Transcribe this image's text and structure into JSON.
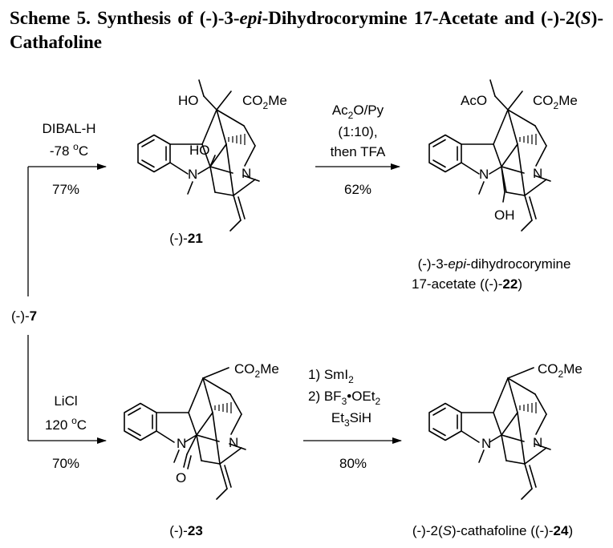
{
  "title": {
    "scheme_label": "Scheme 5.",
    "part1": "Synthesis of (-)-3-",
    "part1_italic": "epi",
    "part2": "-Dihydrocorymine 17-Acetate and (-)-2(",
    "part2_italic": "S",
    "part3": ")-Cathafoline"
  },
  "start": {
    "prefix": "(-)-",
    "num": "7"
  },
  "step1": {
    "reagent": "DIBAL-H",
    "temp_base": "-78 ",
    "temp_sup": "o",
    "temp_unit": "C",
    "yield": "77%"
  },
  "step2": {
    "reagent_a": "Ac",
    "reagent_a_sub": "2",
    "reagent_a_rest": "O/Py",
    "ratio": "(1:10),",
    "then": "then TFA",
    "yield": "62%"
  },
  "step3": {
    "reagent": "LiCl",
    "temp_base": "120 ",
    "temp_sup": "o",
    "temp_unit": "C",
    "yield": "70%"
  },
  "step4": {
    "line1_a": "1) SmI",
    "line1_sub": "2",
    "line2_a": "2) BF",
    "line2_sub": "3",
    "line2_b": "•OEt",
    "line2_sub2": "2",
    "line3_a": "Et",
    "line3_sub": "3",
    "line3_b": "SiH",
    "yield": "80%"
  },
  "compounds": {
    "c21": {
      "prefix": "(-)-",
      "num": "21"
    },
    "c22": {
      "line1_a": "(-)-3-",
      "line1_italic": "epi",
      "line1_b": "-dihydrocorymine",
      "line2_a": "17-acetate ((-)-",
      "line2_num": "22",
      "line2_b": ")"
    },
    "c23": {
      "prefix": "(-)-",
      "num": "23"
    },
    "c24": {
      "a": "(-)-2(",
      "italic": "S",
      "b": ")-cathafoline ((-)-",
      "num": "24",
      "c": ")"
    }
  },
  "atoms": {
    "ho": "HO",
    "aco": "AcO",
    "co2me_a": "CO",
    "co2me_sub": "2",
    "co2me_b": "Me",
    "n": "N",
    "oh": "OH",
    "o": "O"
  }
}
